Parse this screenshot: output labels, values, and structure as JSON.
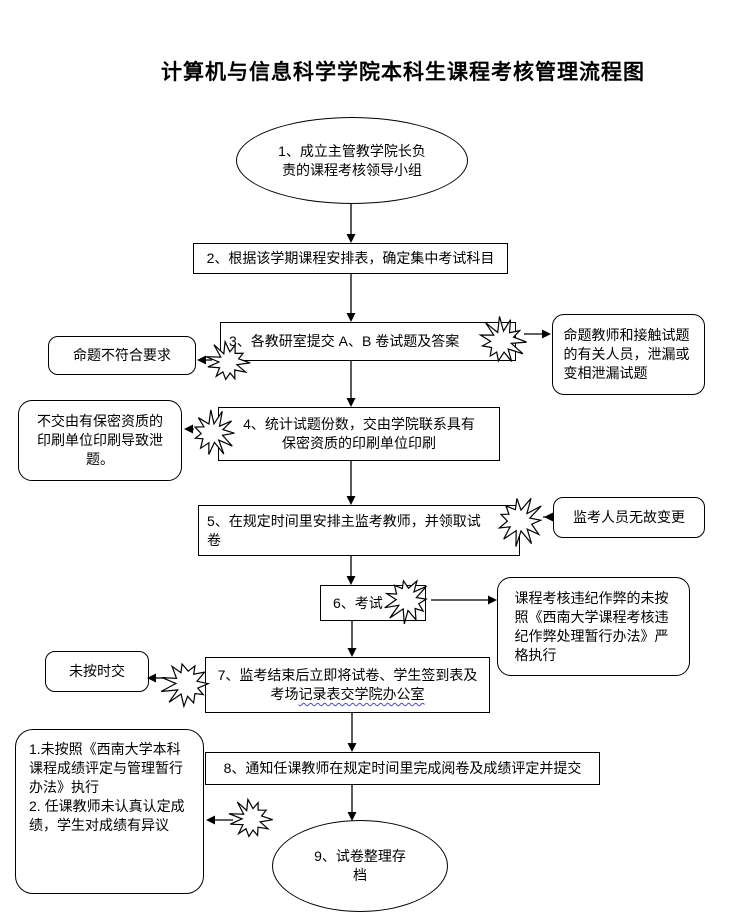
{
  "title": "计算机与信息科学学院本科生课程考核管理流程图",
  "flow": {
    "step1": "1、成立主管教学院长负责的课程考核领导小组",
    "step2": "2、根据该学期课程安排表，确定集中考试科目",
    "step3": "3、各教研室提交 A、B 卷试题及答案",
    "step4": "4、统计试题份数，交由学院联系具有保密资质的印刷单位印刷",
    "step5": "5、在规定时间里安排主监考教师，并领取试卷",
    "step6": "6、考试",
    "step7_main": "7、监考结束后立即将试卷、学生签到表及考场",
    "step7_underlined": "记录表交学院办公室",
    "step8": "8、通知任课教师在规定时间里完成阅卷及成绩评定并提交",
    "step9": "9、试卷整理存档"
  },
  "risk_notes": {
    "topic_not_qualified": "命题不符合要求",
    "question_leak": "命题教师和接触试题的有关人员，泄漏或变相泄漏试题",
    "print_leak": "不交由有保密资质的印刷单位印刷导致泄题。",
    "invigilator_change": "监考人员无故变更",
    "cheating_rule": "课程考核违纪作弊的未按照《西南大学课程考核违纪作弊处理暂行办法》严格执行",
    "late_submission": "未按时交",
    "grading_item1": "1.未按照《西南大学本科课程成绩评定与管理暂行办法》执行",
    "grading_item2": "2.  任课教师未认真认定成绩，学生对成绩有异议"
  },
  "colors": {
    "ink": "#000000",
    "background": "#ffffff",
    "wavy_underline": "#4848c8"
  },
  "icons": {
    "burst": "jagged-star-burst-risk-marker",
    "arrowhead": "solid-black-triangle"
  }
}
